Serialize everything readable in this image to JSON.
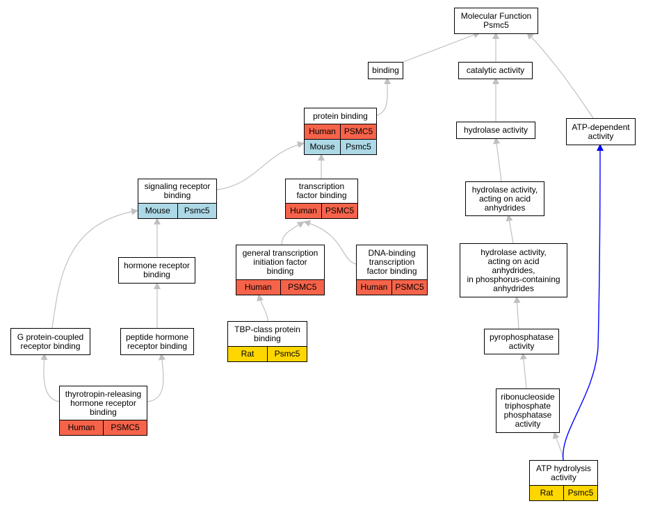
{
  "colors": {
    "human": "#f5634a",
    "mouse": "#add8e6",
    "rat": "#ffd700",
    "edge": "#c0c0c0",
    "highlight_edge": "#0000ff"
  },
  "nodes": {
    "molecular_function": {
      "label": "Molecular Function\nPsmc5",
      "rows": []
    },
    "binding": {
      "label": "binding",
      "rows": []
    },
    "catalytic_activity": {
      "label": "catalytic activity",
      "rows": []
    },
    "protein_binding": {
      "label": "protein binding",
      "rows": [
        {
          "species": "Human",
          "gene": "PSMC5",
          "color": "human"
        },
        {
          "species": "Mouse",
          "gene": "Psmc5",
          "color": "mouse"
        }
      ]
    },
    "hydrolase_activity": {
      "label": "hydrolase activity",
      "rows": []
    },
    "atp_dependent_activity": {
      "label": "ATP-dependent\nactivity",
      "rows": []
    },
    "signaling_receptor_binding": {
      "label": "signaling receptor\nbinding",
      "rows": [
        {
          "species": "Mouse",
          "gene": "Psmc5",
          "color": "mouse"
        }
      ]
    },
    "transcription_factor_binding": {
      "label": "transcription\nfactor binding",
      "rows": [
        {
          "species": "Human",
          "gene": "PSMC5",
          "color": "human"
        }
      ]
    },
    "hydrolase_acid_anhydrides": {
      "label": "hydrolase activity,\nacting on acid\nanhydrides",
      "rows": []
    },
    "hormone_receptor_binding": {
      "label": "hormone receptor\nbinding",
      "rows": []
    },
    "general_tf_binding": {
      "label": "general transcription\ninitiation factor\nbinding",
      "rows": [
        {
          "species": "Human",
          "gene": "PSMC5",
          "color": "human"
        }
      ]
    },
    "dna_binding_tf_binding": {
      "label": "DNA-binding\ntranscription\nfactor binding",
      "rows": [
        {
          "species": "Human",
          "gene": "PSMC5",
          "color": "human"
        }
      ]
    },
    "hydrolase_phosphorus": {
      "label": "hydrolase activity,\nacting on acid\nanhydrides,\nin phosphorus-containing\nanhydrides",
      "rows": []
    },
    "gpcr_binding": {
      "label": "G protein-coupled\nreceptor binding",
      "rows": []
    },
    "peptide_hormone_binding": {
      "label": "peptide hormone\nreceptor binding",
      "rows": []
    },
    "tbp_binding": {
      "label": "TBP-class protein\nbinding",
      "rows": [
        {
          "species": "Rat",
          "gene": "Psmc5",
          "color": "rat"
        }
      ]
    },
    "pyrophosphatase": {
      "label": "pyrophosphatase\nactivity",
      "rows": []
    },
    "trh_receptor_binding": {
      "label": "thyrotropin-releasing\nhormone receptor\nbinding",
      "rows": [
        {
          "species": "Human",
          "gene": "PSMC5",
          "color": "human"
        }
      ]
    },
    "ntp_phosphatase": {
      "label": "ribonucleoside\ntriphosphate\nphosphatase\nactivity",
      "rows": []
    },
    "atp_hydrolysis": {
      "label": "ATP hydrolysis\nactivity",
      "rows": [
        {
          "species": "Rat",
          "gene": "Psmc5",
          "color": "rat"
        }
      ]
    }
  }
}
